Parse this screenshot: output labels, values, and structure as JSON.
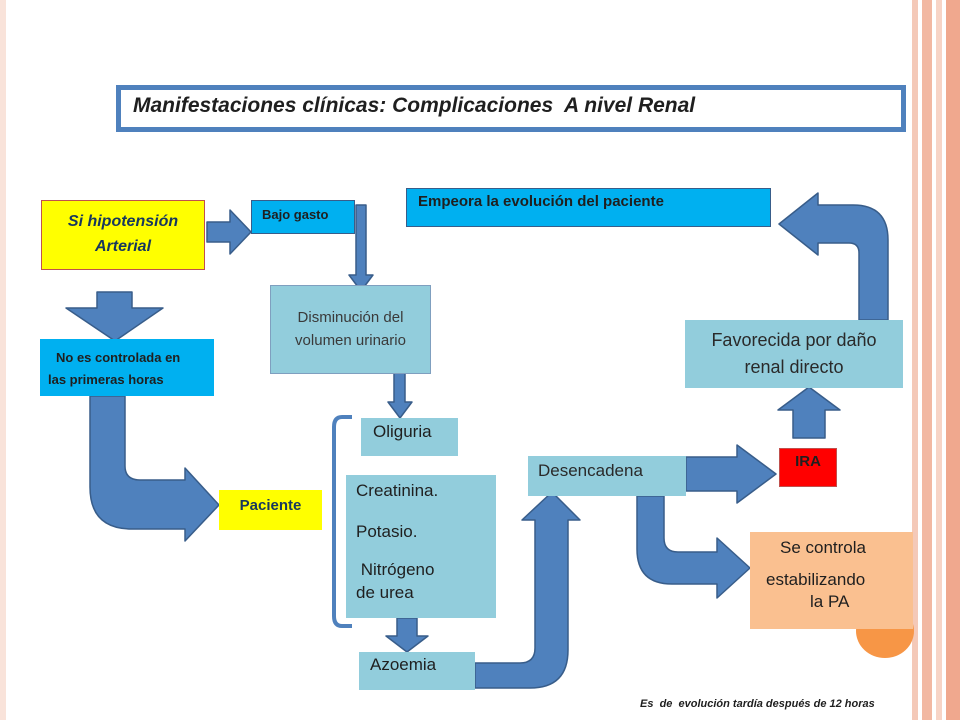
{
  "title": "Manifestaciones clínicas: Complicaciones  A nivel Renal",
  "nodes": {
    "hipotension": "Si hipotensión Arterial",
    "bajo_gasto": "Bajo gasto",
    "empeora": "Empeora la evolución del paciente",
    "disminucion": "Disminución del volumen urinario",
    "no_controlada_1": "No es controlada en",
    "no_controlada_2": "las primeras horas",
    "favorecida": "Favorecida por daño renal directo",
    "oliguria": "Oliguria",
    "desencadena": "Desencadena",
    "ira": "IRA",
    "paciente": "Paciente",
    "creatinina": "Creatinina.",
    "potasio": "Potasio.",
    "nitrogeno_1": " Nitrógeno",
    "nitrogeno_2": "de urea",
    "se_controla_1": "Se controla",
    "se_controla_2": "estabilizando",
    "se_controla_3": "la PA",
    "azoemia": "Azoemia"
  },
  "footer": "Es  de  evolución tardía después de 12 horas",
  "colors": {
    "yellow": "#ffff00",
    "blue_fill": "#00b0f0",
    "light_blue": "#92cddc",
    "red": "#ff0000",
    "peach": "#fac090",
    "arrow": "#4f81bd",
    "arrow_stroke": "#385d8a",
    "orange_circle": "#f79646"
  }
}
